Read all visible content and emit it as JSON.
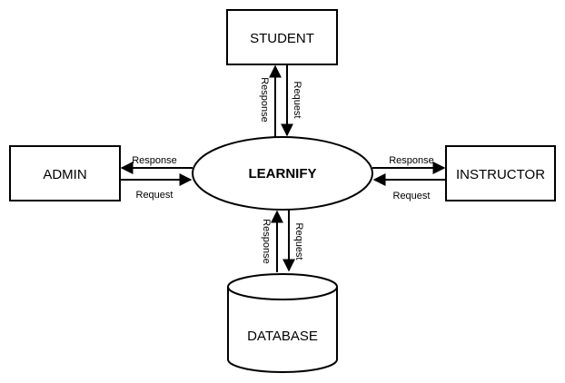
{
  "diagram": {
    "center": {
      "label": "LEARNIFY"
    },
    "nodes": {
      "student": {
        "label": "STUDENT"
      },
      "admin": {
        "label": "ADMIN"
      },
      "instructor": {
        "label": "INSTRUCTOR"
      },
      "database": {
        "label": "DATABASE"
      }
    },
    "edges": {
      "student_response": "Response",
      "student_request": "Request",
      "admin_response": "Response",
      "admin_request": "Request",
      "instructor_response": "Response",
      "instructor_request": "Request",
      "database_response": "Response",
      "database_request": "Request"
    },
    "colors": {
      "stroke": "#000000",
      "fill": "#ffffff"
    }
  }
}
